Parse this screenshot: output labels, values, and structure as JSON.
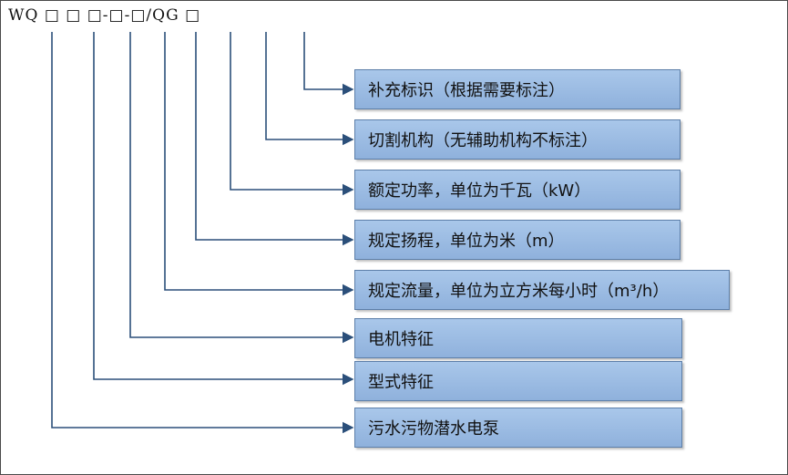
{
  "model_code": "WQ □ □ □-□-□/QG □",
  "labels": [
    {
      "id": "supplement",
      "text": "补充标识（根据需要标注）"
    },
    {
      "id": "cutting",
      "text": "切割机构（无辅助机构不标注）"
    },
    {
      "id": "power",
      "text": "额定功率，单位为千瓦（kW）"
    },
    {
      "id": "head",
      "text": "规定扬程，单位为米（m）"
    },
    {
      "id": "flow",
      "text": "规定流量，单位为立方米每小时（m³/h）"
    },
    {
      "id": "motor",
      "text": "电机特征"
    },
    {
      "id": "type",
      "text": "型式特征"
    },
    {
      "id": "pump",
      "text": "污水污物潜水电泵"
    }
  ],
  "colors": {
    "box_fill": "#9dbde3",
    "box_border": "#5d7fa9",
    "line": "#2b4f7a"
  }
}
